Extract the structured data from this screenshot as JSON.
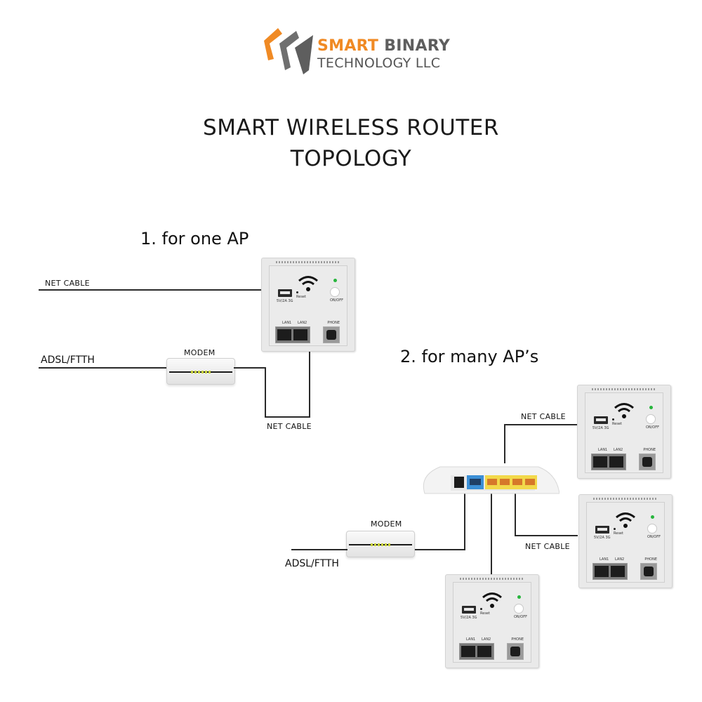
{
  "logo": {
    "line1_part1": "SMART",
    "line1_part2": "BINARY",
    "line2": "TECHNOLOGY LLC",
    "icon": "chevron-arrows-logo-icon",
    "colors": {
      "orange": "#f08a24",
      "grey": "#6a6a6a"
    }
  },
  "title": {
    "line1": "SMART WIRELESS ROUTER",
    "line2": "TOPOLOGY"
  },
  "section1": {
    "heading": "1. for one AP",
    "labels": {
      "net_cable_top": "NET CABLE",
      "adsl": "ADSL/FTTH",
      "modem": "MODEM",
      "net_cable_bottom": "NET CABLE"
    }
  },
  "section2": {
    "heading": "2. for many AP’s",
    "labels": {
      "net_cable_upper": "NET CABLE",
      "net_cable_lower": "NET CABLE",
      "modem": "MODEM",
      "adsl": "ADSL/FTTH"
    }
  },
  "ap_panel": {
    "usb_label": "5V/2A 3G",
    "reset_label": "Reset",
    "onoff_label": "ON/OFF",
    "lan1_label": "LAN1",
    "lan2_label": "LAN2",
    "phone_label": "PHONE",
    "led_color": "#27b53c"
  },
  "switch": {
    "wan_color": "#3b8fd6",
    "lan_color": "#f2d94a",
    "port_color": "#d6782a"
  }
}
